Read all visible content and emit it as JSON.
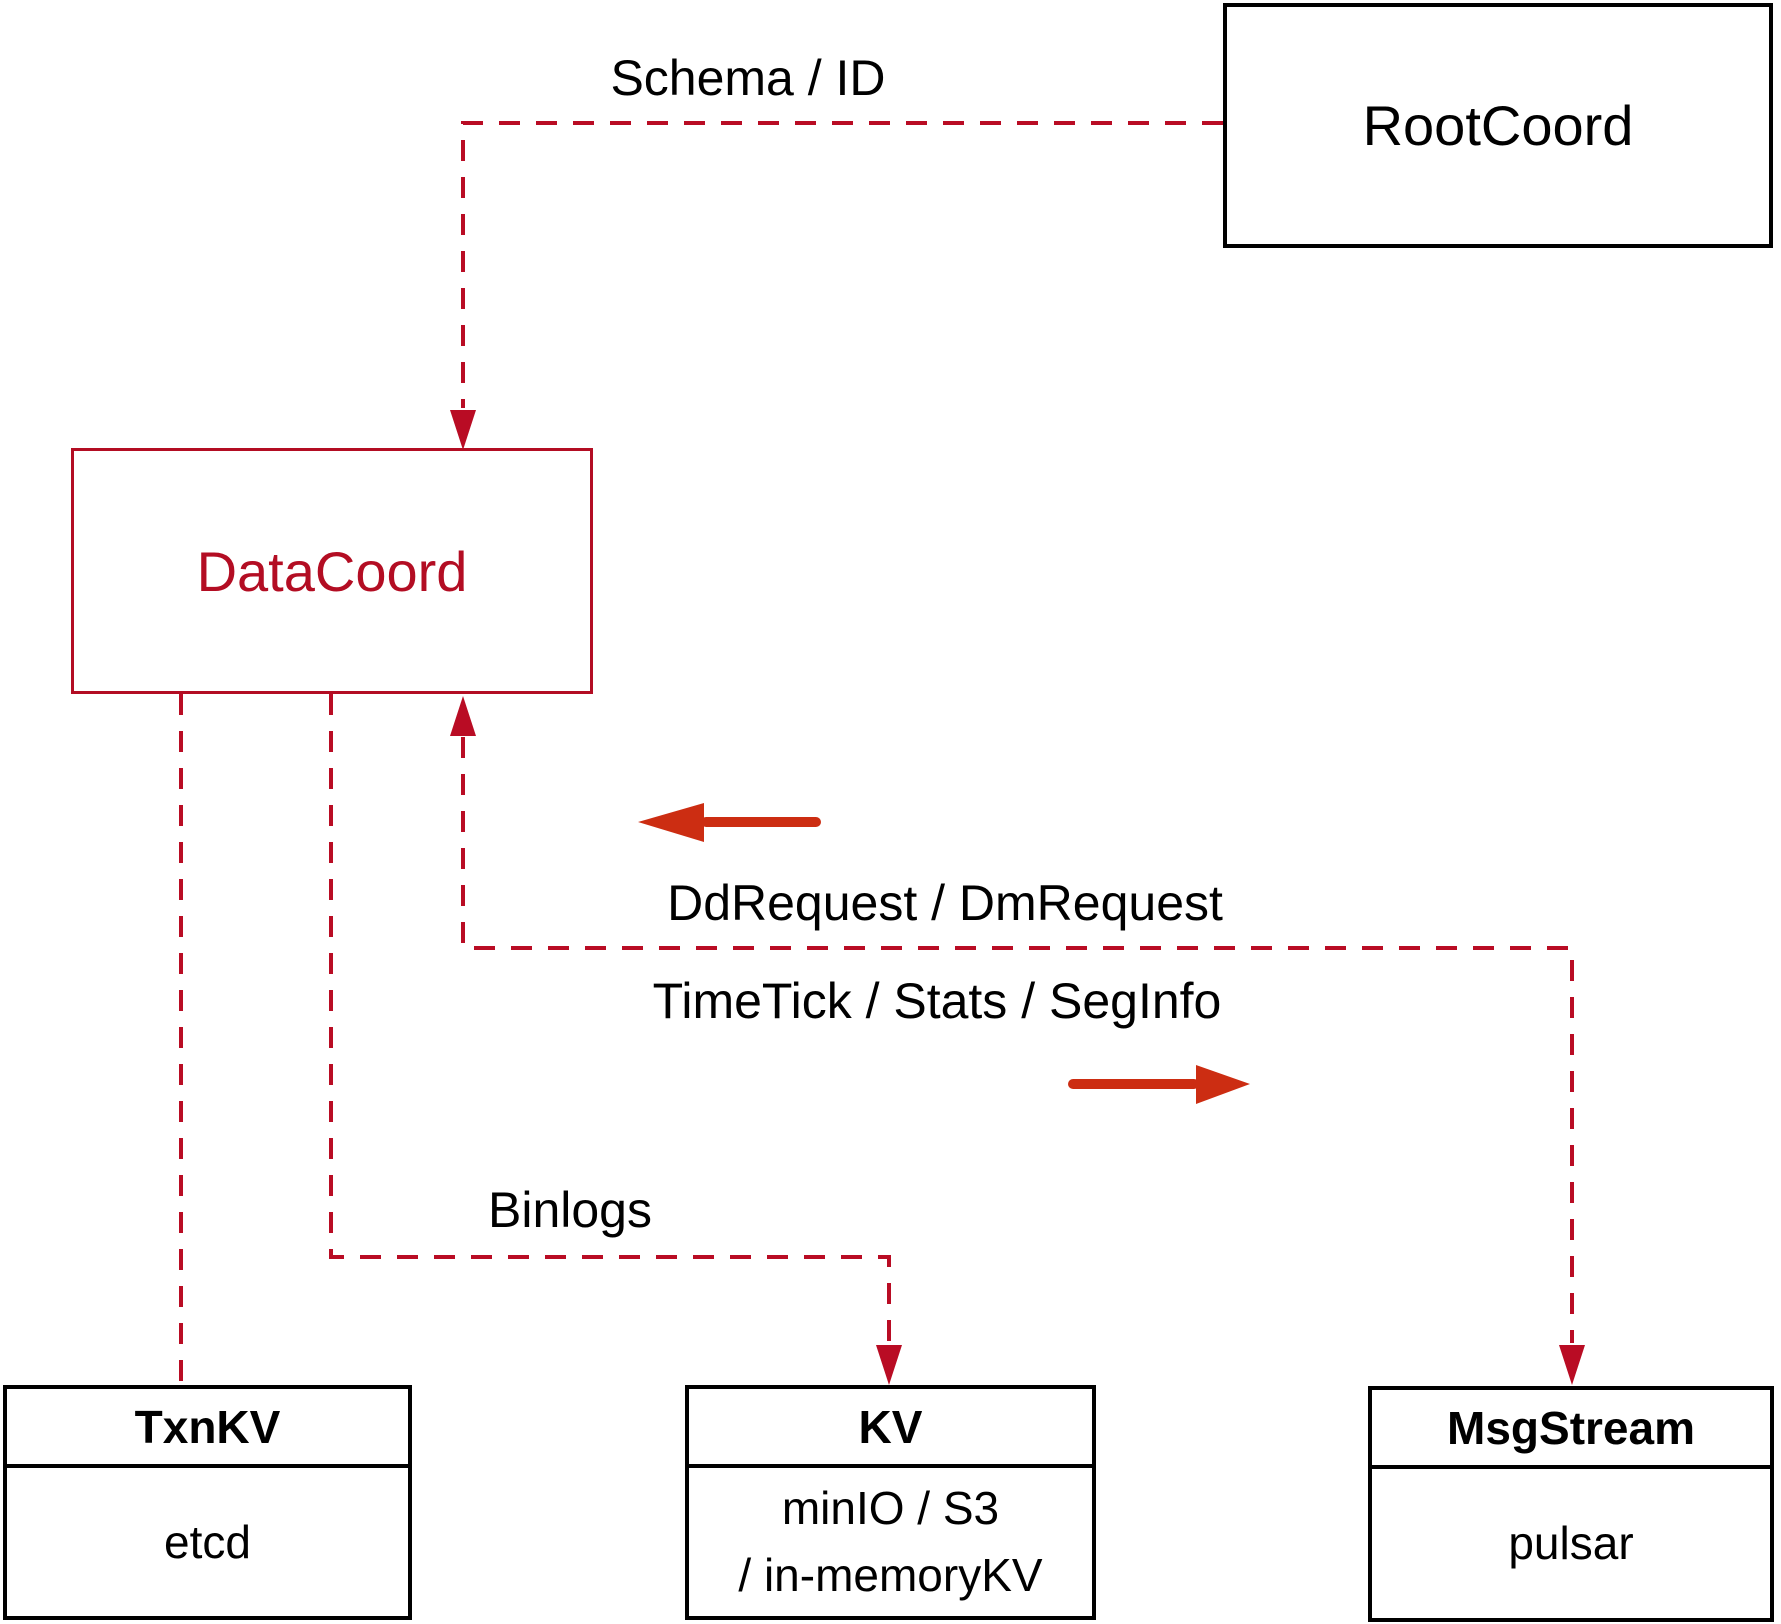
{
  "diagram": {
    "nodes": {
      "rootcoord": {
        "label": "RootCoord"
      },
      "datacoord": {
        "label": "DataCoord"
      },
      "txnkv": {
        "title": "TxnKV",
        "subtitle": "etcd"
      },
      "kv": {
        "title": "KV",
        "subtitle_line1": "minIO / S3",
        "subtitle_line2": "/ in-memoryKV"
      },
      "msgstream": {
        "title": "MsgStream",
        "subtitle": "pulsar"
      }
    },
    "edge_labels": {
      "schema_id": "Schema / ID",
      "dd_dm_request": "DdRequest / DmRequest",
      "timetick_stats_seginfo": "TimeTick / Stats / SegInfo",
      "binlogs": "Binlogs"
    },
    "colors": {
      "dashed_line_red": "#b90c24",
      "solid_arrow_red": "#cc2d12",
      "datacoord_red": "#b30d23",
      "box_black": "#000000",
      "background": "#ffffff"
    }
  }
}
